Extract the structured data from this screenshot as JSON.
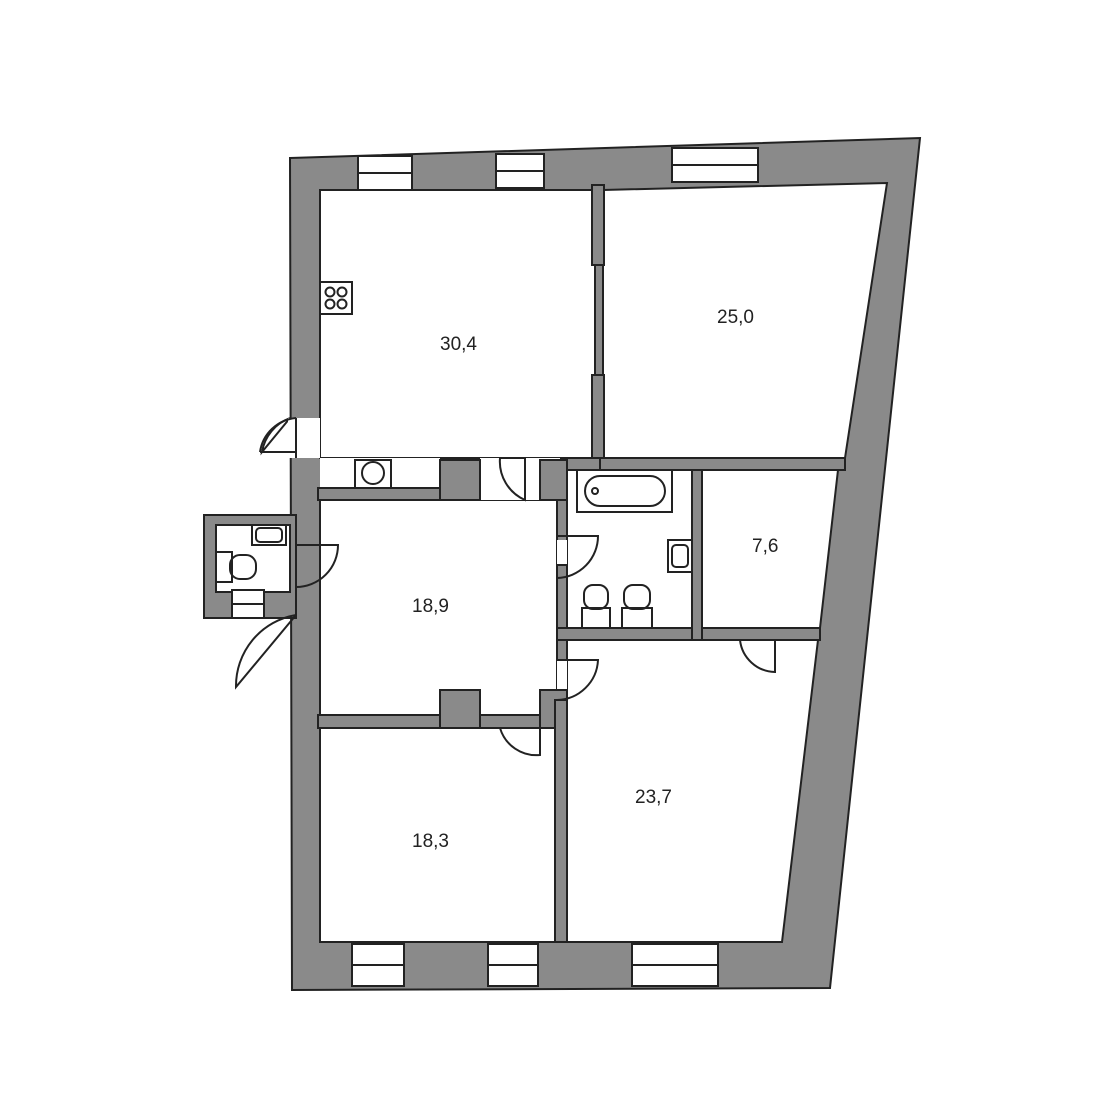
{
  "rooms": {
    "kitchen_living": {
      "area": "30,4"
    },
    "room_ne": {
      "area": "25,0"
    },
    "hall": {
      "area": "18,9"
    },
    "storage": {
      "area": "7,6"
    },
    "room_sw": {
      "area": "18,3"
    },
    "room_se": {
      "area": "23,7"
    }
  },
  "icons": {
    "stove": "stove-icon",
    "washer": "washing-machine-icon",
    "bathtub": "bathtub-icon",
    "sink": "sink-icon",
    "toilet": "toilet-icon",
    "bidet": "bidet-icon"
  },
  "colors": {
    "wall": "#8a8a8a",
    "line": "#222222",
    "floor": "#ffffff"
  }
}
